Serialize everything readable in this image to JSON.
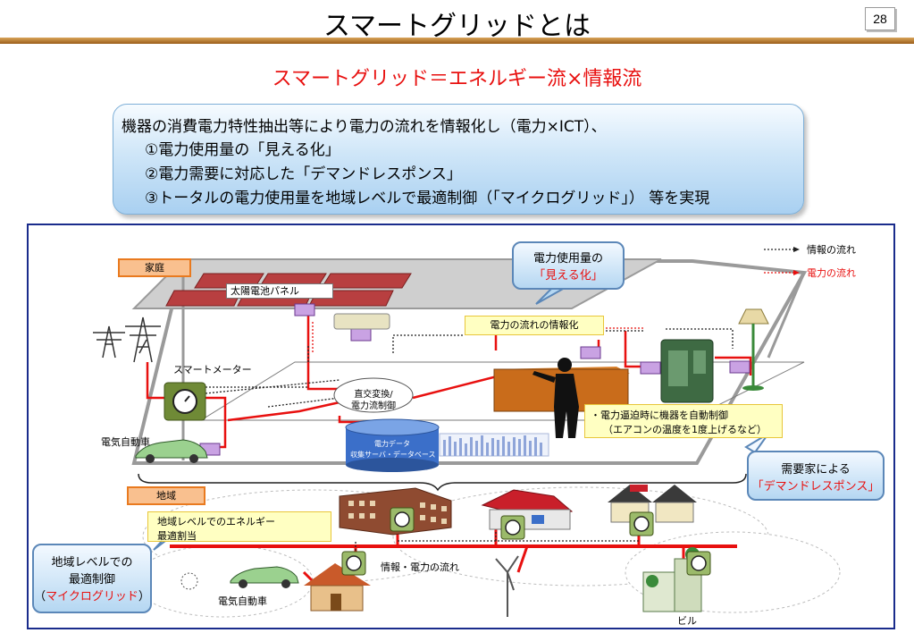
{
  "header": {
    "title": "スマートグリッドとは",
    "page_number": "28",
    "subtitle": "スマートグリッド＝エネルギー流×情報流"
  },
  "summary": {
    "line1": "機器の消費電力特性抽出等により電力の流れを情報化し（電力×ICT）、",
    "line2": "①電力使用量の「見える化」",
    "line3": "②電力需要に対応した「デマンドレスポンス」",
    "line4": "③トータルの電力使用量を地域レベルで最適制御（「マイクログリッド」） 等を実現"
  },
  "legend": {
    "info_flow": "情報の流れ",
    "power_flow": "電力の流れ"
  },
  "home": {
    "tag": "家庭",
    "solar_panel": "太陽電池パネル",
    "smart_meter": "スマートメーター",
    "ev": "電気自動車",
    "converter_line1": "直交変換/",
    "converter_line2": "電力流制御",
    "info_box": "電力の流れの情報化",
    "server_line1": "電力データ",
    "server_line2": "収集サーバ・データベース",
    "auto_control_line1": "・電力逼迫時に機器を自動制御",
    "auto_control_line2": "（エアコンの温度を1度上げるなど）"
  },
  "callouts": {
    "visualize_line1": "電力使用量の",
    "visualize_line2": "「見える化」",
    "demand_line1": "需要家による",
    "demand_line2": "「デマンドレスポンス」",
    "micro_line1": "地域レベルでの",
    "micro_line2": "最適制御",
    "micro_open": "（",
    "micro_red": "マイクログリッド",
    "micro_close": "）"
  },
  "region": {
    "tag": "地域",
    "energy_box_line1": "地域レベルでのエネルギー",
    "energy_box_line2": "最適割当",
    "flow_label": "情報・電力の流れ",
    "ev": "電気自動車",
    "building": "ビル"
  },
  "colors": {
    "red": "#e8100f",
    "frame": "#1a2c8c",
    "tag_fill": "#f9c08f",
    "tag_border": "#e97a1f"
  }
}
